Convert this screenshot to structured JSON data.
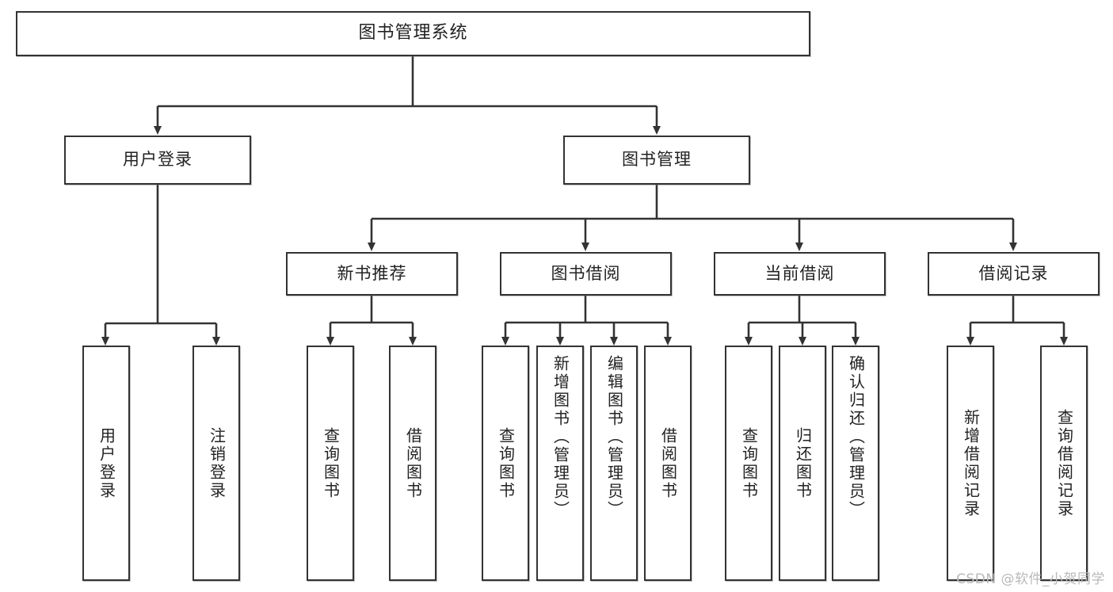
{
  "diagram": {
    "title": "图书管理系统",
    "type": "tree-hierarchy",
    "root": {
      "label": "图书管理系统"
    },
    "level2": [
      {
        "label": "用户登录"
      },
      {
        "label": "图书管理"
      }
    ],
    "level3": [
      {
        "label": "新书推荐"
      },
      {
        "label": "图书借阅"
      },
      {
        "label": "当前借阅"
      },
      {
        "label": "借阅记录"
      }
    ],
    "leaves_user_login": [
      {
        "label": "用户登录"
      },
      {
        "label": "注销登录"
      }
    ],
    "leaves_new_book": [
      {
        "label": "查询图书"
      },
      {
        "label": "借阅图书"
      }
    ],
    "leaves_book_borrow": [
      {
        "label": "查询图书"
      },
      {
        "label": "新增图书（管理员）"
      },
      {
        "label": "编辑图书（管理员）"
      },
      {
        "label": "借阅图书"
      }
    ],
    "leaves_current_borrow": [
      {
        "label": "查询图书"
      },
      {
        "label": "归还图书"
      },
      {
        "label": "确认归还（管理员）"
      }
    ],
    "leaves_borrow_record": [
      {
        "label": "新增借阅记录"
      },
      {
        "label": "查询借阅记录"
      }
    ]
  },
  "watermark": {
    "text": "CSDN @软件_小贺同学"
  },
  "colors": {
    "stroke": "#333333",
    "box_fill": "#ffffff",
    "text": "#222222",
    "watermark": "#b9b9b9",
    "background": "#ffffff"
  }
}
